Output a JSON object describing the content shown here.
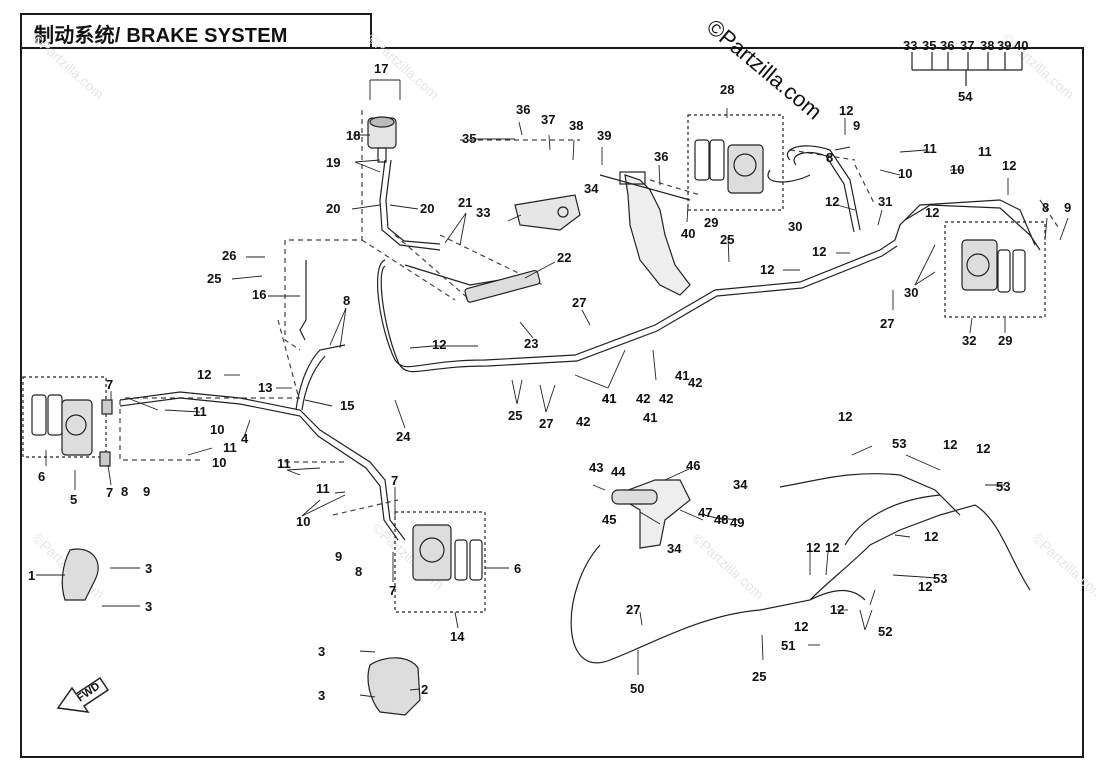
{
  "title": "制动系统/ BRAKE SYSTEM",
  "watermark": "©Partzilla.com",
  "watermark_faint": "©Partzilla.com",
  "fwd_label": "FWD",
  "group_labels": [
    "33",
    "35",
    "36",
    "37",
    "38",
    "39",
    "40",
    "54"
  ],
  "callouts": [
    {
      "id": "c1",
      "text": "1"
    },
    {
      "id": "c2",
      "text": "2"
    },
    {
      "id": "c3a",
      "text": "3"
    },
    {
      "id": "c3b",
      "text": "3"
    },
    {
      "id": "c3c",
      "text": "3"
    },
    {
      "id": "c3d",
      "text": "3"
    },
    {
      "id": "c4",
      "text": "4"
    },
    {
      "id": "c5",
      "text": "5"
    },
    {
      "id": "c6a",
      "text": "6"
    },
    {
      "id": "c6b",
      "text": "6"
    },
    {
      "id": "c7a",
      "text": "7"
    },
    {
      "id": "c7b",
      "text": "7"
    },
    {
      "id": "c7c",
      "text": "7"
    },
    {
      "id": "c7d",
      "text": "7"
    },
    {
      "id": "c8a",
      "text": "8"
    },
    {
      "id": "c8b",
      "text": "8"
    },
    {
      "id": "c8c",
      "text": "8"
    },
    {
      "id": "c8d",
      "text": "8"
    },
    {
      "id": "c8e",
      "text": "8"
    },
    {
      "id": "c9a",
      "text": "9"
    },
    {
      "id": "c9b",
      "text": "9"
    },
    {
      "id": "c9c",
      "text": "9"
    },
    {
      "id": "c9d",
      "text": "9"
    },
    {
      "id": "c10a",
      "text": "10"
    },
    {
      "id": "c10b",
      "text": "10"
    },
    {
      "id": "c10c",
      "text": "10"
    },
    {
      "id": "c10d",
      "text": "10"
    },
    {
      "id": "c10e",
      "text": "10"
    },
    {
      "id": "c11a",
      "text": "11"
    },
    {
      "id": "c11b",
      "text": "11"
    },
    {
      "id": "c11c",
      "text": "11"
    },
    {
      "id": "c11d",
      "text": "11"
    },
    {
      "id": "c11e",
      "text": "11"
    },
    {
      "id": "c11f",
      "text": "11"
    },
    {
      "id": "c12a",
      "text": "12"
    },
    {
      "id": "c12b",
      "text": "12"
    },
    {
      "id": "c12c",
      "text": "12"
    },
    {
      "id": "c12d",
      "text": "12"
    },
    {
      "id": "c12e",
      "text": "12"
    },
    {
      "id": "c12f",
      "text": "12"
    },
    {
      "id": "c12g",
      "text": "12"
    },
    {
      "id": "c12h",
      "text": "12"
    },
    {
      "id": "c12i",
      "text": "12"
    },
    {
      "id": "c12j",
      "text": "12"
    },
    {
      "id": "c12k",
      "text": "12"
    },
    {
      "id": "c12l",
      "text": "12"
    },
    {
      "id": "c12m",
      "text": "12"
    },
    {
      "id": "c12n",
      "text": "12"
    },
    {
      "id": "c12o",
      "text": "12"
    },
    {
      "id": "c12p",
      "text": "12"
    },
    {
      "id": "c12q",
      "text": "12"
    },
    {
      "id": "c13",
      "text": "13"
    },
    {
      "id": "c14",
      "text": "14"
    },
    {
      "id": "c15",
      "text": "15"
    },
    {
      "id": "c16",
      "text": "16"
    },
    {
      "id": "c17",
      "text": "17"
    },
    {
      "id": "c18",
      "text": "18"
    },
    {
      "id": "c19",
      "text": "19"
    },
    {
      "id": "c20a",
      "text": "20"
    },
    {
      "id": "c20b",
      "text": "20"
    },
    {
      "id": "c21",
      "text": "21"
    },
    {
      "id": "c22",
      "text": "22"
    },
    {
      "id": "c23",
      "text": "23"
    },
    {
      "id": "c24",
      "text": "24"
    },
    {
      "id": "c25a",
      "text": "25"
    },
    {
      "id": "c25b",
      "text": "25"
    },
    {
      "id": "c25c",
      "text": "25"
    },
    {
      "id": "c25d",
      "text": "25"
    },
    {
      "id": "c26",
      "text": "26"
    },
    {
      "id": "c27a",
      "text": "27"
    },
    {
      "id": "c27b",
      "text": "27"
    },
    {
      "id": "c27c",
      "text": "27"
    },
    {
      "id": "c27d",
      "text": "27"
    },
    {
      "id": "c28",
      "text": "28"
    },
    {
      "id": "c29a",
      "text": "29"
    },
    {
      "id": "c29b",
      "text": "29"
    },
    {
      "id": "c30a",
      "text": "30"
    },
    {
      "id": "c30b",
      "text": "30"
    },
    {
      "id": "c31",
      "text": "31"
    },
    {
      "id": "c32",
      "text": "32"
    },
    {
      "id": "c33",
      "text": "33"
    },
    {
      "id": "c34a",
      "text": "34"
    },
    {
      "id": "c34b",
      "text": "34"
    },
    {
      "id": "c34c",
      "text": "34"
    },
    {
      "id": "c35",
      "text": "35"
    },
    {
      "id": "c36a",
      "text": "36"
    },
    {
      "id": "c36b",
      "text": "36"
    },
    {
      "id": "c37",
      "text": "37"
    },
    {
      "id": "c38",
      "text": "38"
    },
    {
      "id": "c39",
      "text": "39"
    },
    {
      "id": "c40",
      "text": "40"
    },
    {
      "id": "c41a",
      "text": "41"
    },
    {
      "id": "c41b",
      "text": "41"
    },
    {
      "id": "c41c",
      "text": "41"
    },
    {
      "id": "c41d",
      "text": "41"
    },
    {
      "id": "c42a",
      "text": "42"
    },
    {
      "id": "c42b",
      "text": "42"
    },
    {
      "id": "c42c",
      "text": "42"
    },
    {
      "id": "c42d",
      "text": "42"
    },
    {
      "id": "c43",
      "text": "43"
    },
    {
      "id": "c44",
      "text": "44"
    },
    {
      "id": "c45",
      "text": "45"
    },
    {
      "id": "c46",
      "text": "46"
    },
    {
      "id": "c47",
      "text": "47"
    },
    {
      "id": "c48",
      "text": "48"
    },
    {
      "id": "c49",
      "text": "49"
    },
    {
      "id": "c50",
      "text": "50"
    },
    {
      "id": "c51",
      "text": "51"
    },
    {
      "id": "c52",
      "text": "52"
    },
    {
      "id": "c53a",
      "text": "53"
    },
    {
      "id": "c53b",
      "text": "53"
    },
    {
      "id": "c53c",
      "text": "53"
    }
  ]
}
